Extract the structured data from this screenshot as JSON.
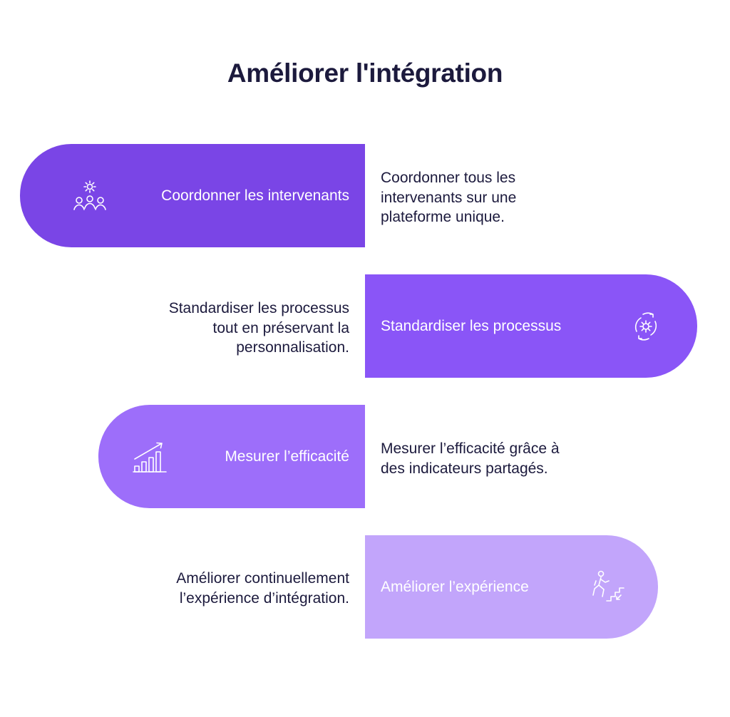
{
  "title": "Améliorer l'intégration",
  "steps": [
    {
      "label": "Coordonner les intervenants",
      "description": [
        "Coordonner tous les",
        "intervenants sur une",
        "plateforme unique."
      ],
      "color": "#7a45e6",
      "icon": "team-gear-icon"
    },
    {
      "label": "Standardiser les processus",
      "description": [
        "Standardiser les processus",
        "tout en préservant la",
        "personnalisation."
      ],
      "color": "#8a55f7",
      "icon": "gear-cycle-icon"
    },
    {
      "label": "Mesurer l’efficacité",
      "description": [
        "Mesurer l’efficacité grâce à",
        "des indicateurs partagés."
      ],
      "color": "#9d6efa",
      "icon": "growth-chart-icon"
    },
    {
      "label": "Améliorer l’expérience",
      "description": [
        "Améliorer continuellement",
        "l’expérience d’intégration."
      ],
      "color": "#c2a5fb",
      "icon": "climbing-stairs-icon"
    }
  ]
}
